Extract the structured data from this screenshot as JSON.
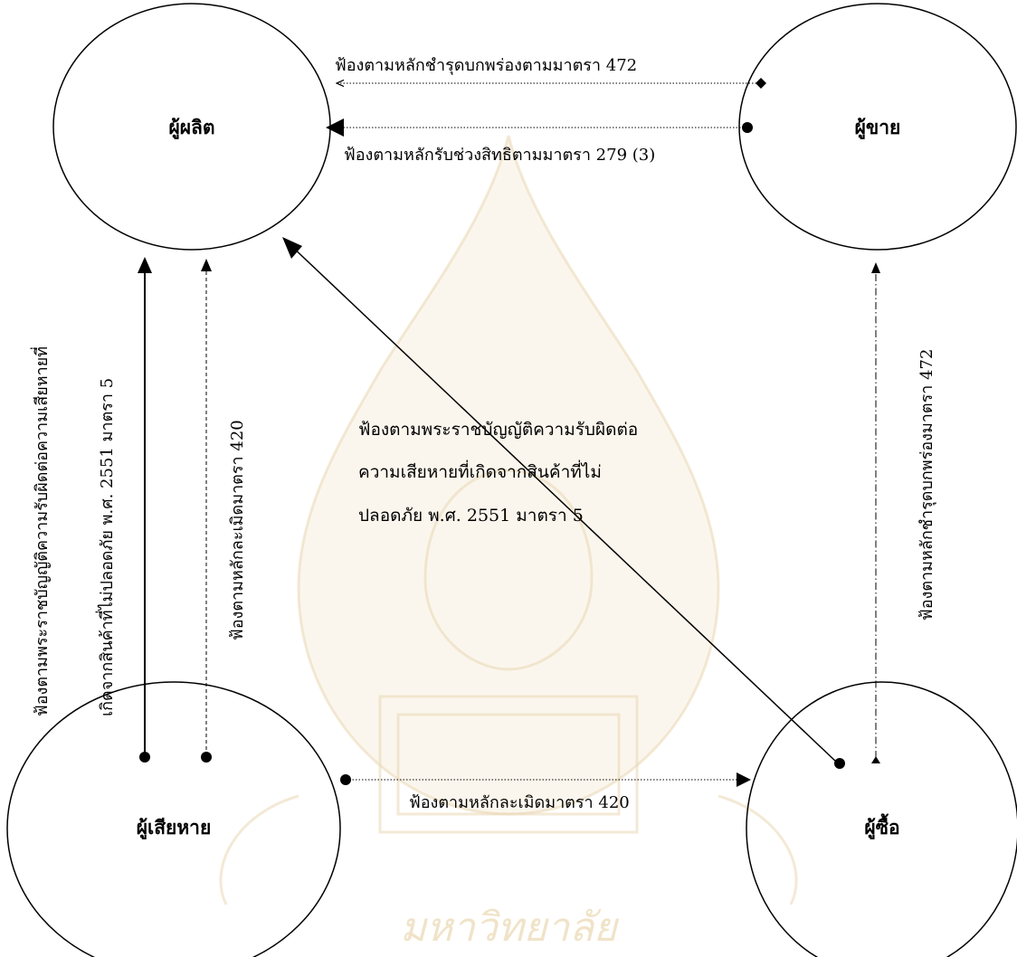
{
  "colors": {
    "line": "#000000",
    "watermark": "#e9d7b4",
    "background": "#ffffff"
  },
  "nodes": {
    "producer": "ผู้ผลิต",
    "seller": "ผู้ขาย",
    "victim": "ผู้เสียหาย",
    "buyer": "ผู้ซื้อ"
  },
  "edges": {
    "seller_to_producer_472": "ฟ้องตามหลักชำรุดบกพร่องตามมาตรา 472",
    "seller_to_producer_279": "ฟ้องตามหลักรับช่วงสิทธิตามมาตรา 279 (3)",
    "victim_to_producer_act_line1": "ฟ้องตามพระราชบัญญัติความรับผิดต่อความเสียหายที่",
    "victim_to_producer_act_line2": "เกิดจากสินค้าที่ไม่ปลอดภัย พ.ศ. 2551 มาตรา 5",
    "victim_to_producer_420": "ฟ้องตามหลักละเมิดมาตรา 420",
    "buyer_to_producer_line1": "ฟ้องตามพระราชบัญญัติความรับผิดต่อ",
    "buyer_to_producer_line2": "ความเสียหายที่เกิดจากสินค้าที่ไม่",
    "buyer_to_producer_line3": "ปลอดภัย พ.ศ. 2551 มาตรา 5",
    "buyer_to_seller_472": "ฟ้องตามหลักชำรุดบกพร่องมาตรา 472",
    "victim_to_buyer_420": "ฟ้องตามหลักละเมิดมาตรา 420"
  },
  "watermark": "มหาวิทยาลัย"
}
